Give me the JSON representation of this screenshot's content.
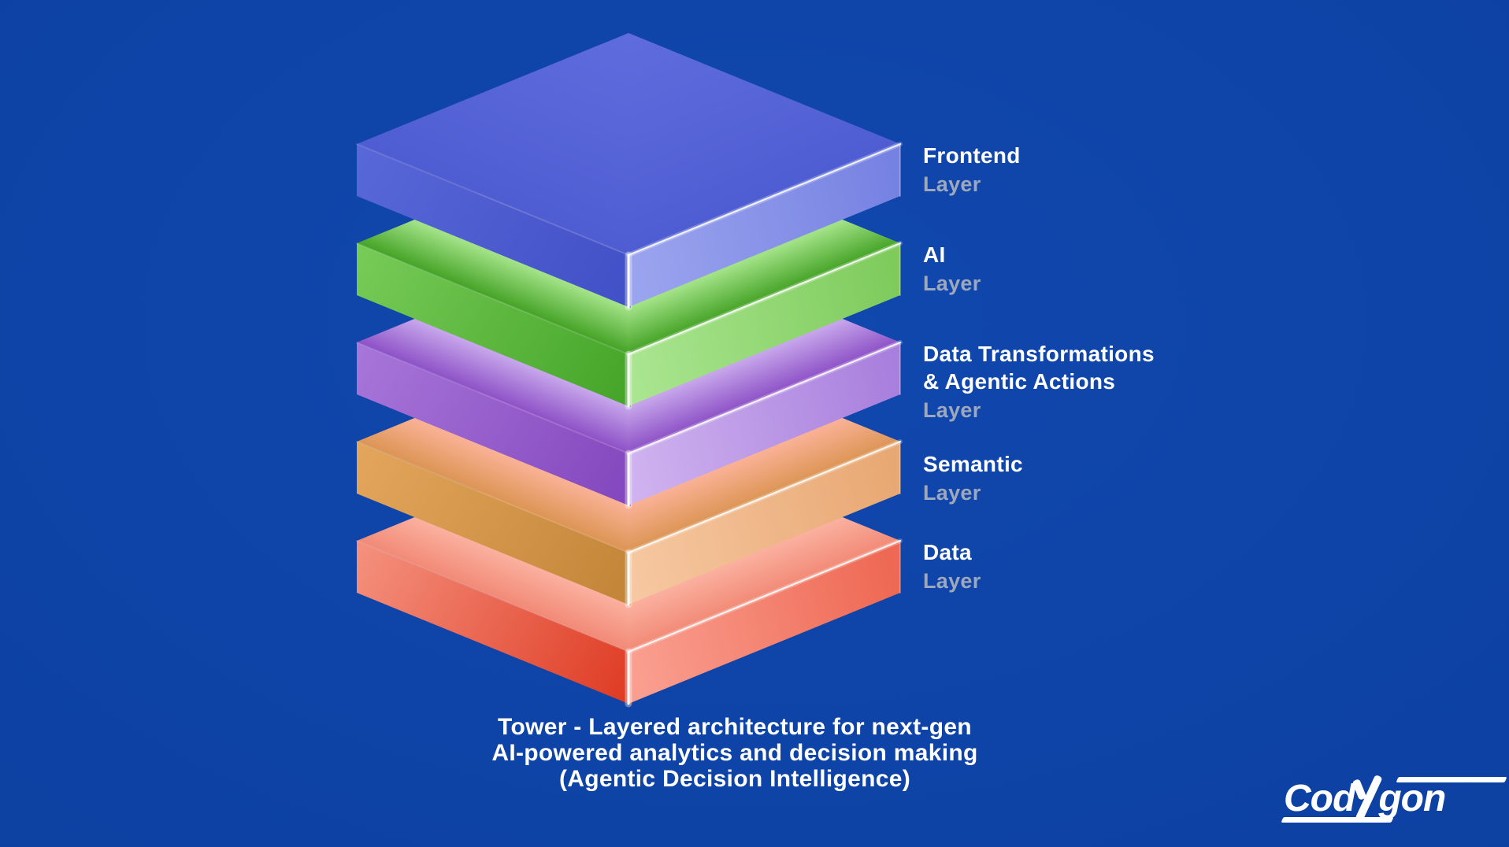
{
  "background": {
    "base": "#0d42a4",
    "center": "#1148ae",
    "edge": "#0a3a93"
  },
  "text": {
    "title_color": "#ffffff",
    "sublabel_color": "#9ea8bd",
    "caption_color": "#ffffff"
  },
  "layers": [
    {
      "id": "frontend",
      "title_line1": "Frontend",
      "sublabel": "Layer",
      "colors": {
        "top_light": "#5f6cde",
        "top_dark": "#4e5ed2",
        "left_light": "#5868d8",
        "left_dark": "#4150c6",
        "right_light": "#9ba4ee",
        "right_dark": "#7682e2"
      }
    },
    {
      "id": "ai",
      "title_line1": "AI",
      "sublabel": "Layer",
      "colors": {
        "top_light": "#a2e287",
        "top_dark": "#45a326",
        "left_light": "#78cc58",
        "left_dark": "#44a428",
        "right_light": "#aae590",
        "right_dark": "#7ecb5c"
      }
    },
    {
      "id": "data-transformations",
      "title_line1": "Data Transformations",
      "title_line2": "& Agentic Actions",
      "sublabel": "Layer",
      "colors": {
        "top_light": "#c6a5eb",
        "top_dark": "#8d51c6",
        "left_light": "#a877da",
        "left_dark": "#8346bd",
        "right_light": "#cfb2ef",
        "right_dark": "#a87fdd"
      }
    },
    {
      "id": "semantic",
      "title_line1": "Semantic",
      "sublabel": "Layer",
      "colors": {
        "top_light": "#f9b195",
        "top_dark": "#dc9554",
        "left_light": "#e4a65c",
        "left_dark": "#c28538",
        "right_light": "#f6c7a0",
        "right_dark": "#e8a873"
      }
    },
    {
      "id": "data",
      "title_line1": "Data",
      "sublabel": "Layer",
      "colors": {
        "top_light": "#fbaf9e",
        "top_dark": "#f18a76",
        "left_light": "#f4927f",
        "left_dark": "#df3a22",
        "right_light": "#fa9f90",
        "right_dark": "#ee6853"
      }
    }
  ],
  "caption": {
    "line1": "Tower - Layered architecture for next-gen",
    "line2": "AI-powered analytics and decision making",
    "line3": "(Agentic Decision Intelligence)"
  },
  "logo": {
    "text": "Codygon",
    "part1": "Cod",
    "part2": "gon",
    "color": "#ffffff"
  }
}
